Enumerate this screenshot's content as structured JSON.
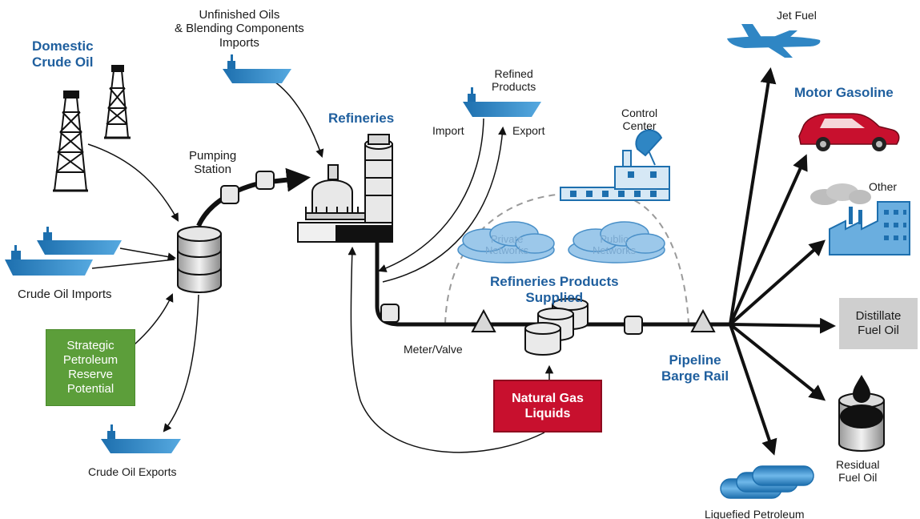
{
  "colors": {
    "heading_blue": "#1f5f9e",
    "ship_blue": "#2f86c4",
    "spr_green": "#5c9e3a",
    "ngl_red": "#c8102e",
    "distillate_gray": "#cfcfcf",
    "car_red": "#c8102e",
    "cloud_blue": "#9cc8ea"
  },
  "labels": {
    "domestic_crude": "Domestic\nCrude Oil",
    "unfinished_oils": "Unfinished Oils\n& Blending Components\nImports",
    "pumping_station": "Pumping\nStation",
    "refineries": "Refineries",
    "refined_products": "Refined\nProducts",
    "import": "Import",
    "export": "Export",
    "control_center": "Control\nCenter",
    "private_networks": "Private\nNetworks",
    "public_networks": "Public\nNetworks",
    "refineries_products_supplied": "Refineries Products\nSupplied",
    "crude_oil_imports": "Crude Oil Imports",
    "strategic_petroleum": "Strategic\nPetroleum\nReserve\nPotential",
    "crude_oil_exports": "Crude Oil Exports",
    "meter_valve": "Meter/Valve",
    "natural_gas_liquids": "Natural Gas\nLiquids",
    "pipeline_barge_rail": "Pipeline\nBarge Rail",
    "jet_fuel": "Jet Fuel",
    "motor_gasoline": "Motor Gasoline",
    "other": "Other",
    "distillate_fuel_oil": "Distillate\nFuel Oil",
    "residual_fuel_oil": "Residual\nFuel Oil",
    "liquefied_petroleum": "Liquefied Petroleum"
  },
  "icons": [
    "oil-derrick-icon",
    "tanker-ship-icon",
    "storage-drum-icon",
    "pump-box-icon",
    "refinery-icon",
    "control-center-icon",
    "satellite-dish-icon",
    "cloud-icon",
    "valve-triangle-icon",
    "storage-tanks-icon",
    "jet-airplane-icon",
    "car-icon",
    "factory-icon",
    "oil-barrel-icon",
    "pipe-cylinders-icon"
  ]
}
